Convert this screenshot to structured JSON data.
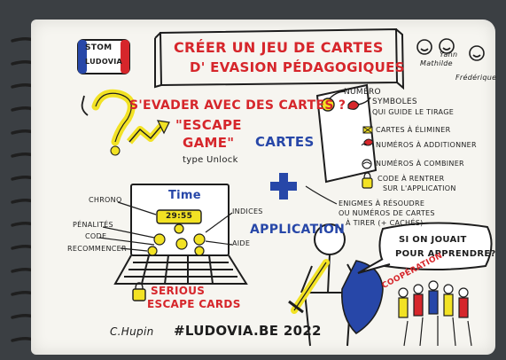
{
  "badge": {
    "line1": "STOM",
    "line2": "LUDOVIA"
  },
  "title": {
    "line1": "CRÉER UN JEU DE CARTES",
    "line2": "D' EVASION PÉDAGOGIQUES"
  },
  "signature": {
    "name1": "Mathilde",
    "name2": "Yann",
    "name3": "Frédérique"
  },
  "heading": "S'EVADER AVEC DES CARTES ?",
  "escape": {
    "line1": "\"ESCAPE",
    "line2": "GAME\"",
    "cartes": "CARTES",
    "type": "type Unlock"
  },
  "card_annotations": {
    "numero": "NUMÉRO",
    "symboles_line1": "SYMBOLES",
    "symboles_line2": "QUI GUIDE LE TIRAGE",
    "items": [
      "CARTES À ÉLIMINER",
      "NUMÉROS À ADDITIONNER",
      "NUMÉROS À COMBINER",
      "CODE À RENTRER",
      "SUR L'APPLICATION"
    ]
  },
  "enigmes": [
    "ENIGMES À RÉSOUDRE",
    "OU NUMÉROS DE CARTES",
    "À TIRER (+ CACHÉS)"
  ],
  "app": {
    "time_label": "Time",
    "time_value": "29:55",
    "chrono": "CHRONO",
    "penalites": "PÉNALITÉS",
    "code": "CODE",
    "recommencer": "RECOMMENCER",
    "indices": "INDICES",
    "aide": "AIDE",
    "application": "APPLICATION"
  },
  "serious": {
    "line1": "SERIOUS",
    "line2": "ESCAPE CARDS"
  },
  "speech": {
    "line1": "SI ON JOUAIT",
    "line2": "POUR APPRENDRE?"
  },
  "cooperation": "COOPÉRATION",
  "footer": {
    "author": "C.Hupin",
    "tag": "#LUDOVIA.BE 2022"
  },
  "colors": {
    "accent_red": "#d6262b",
    "accent_blue": "#2747a8",
    "highlight_yellow": "#f2e224",
    "ink": "#1d1d1d",
    "paper": "#f6f5f0",
    "background": "#3b3f43"
  }
}
